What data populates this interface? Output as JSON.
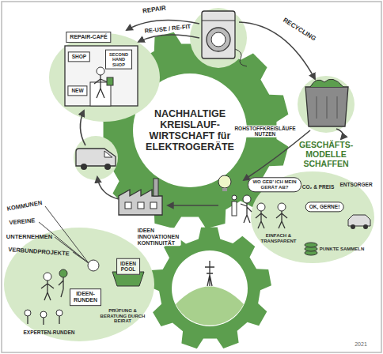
{
  "diagram": {
    "title": "NACHHALTIGE KREISLAUF- WIRTSCHAFT für ELEKTROGERÄTE",
    "nodes": [
      {
        "text": [
          "REPAIR-CAFÉ"
        ]
      },
      {
        "text": [
          "SHOP"
        ]
      },
      {
        "text": [
          "SECOND HAND SHOP"
        ]
      },
      {
        "text": [
          "NEW"
        ]
      },
      {
        "text": [
          "WO GEB' ICH MEIN GERÄT AB?"
        ]
      },
      {
        "text": [
          "OK, GERNE!"
        ]
      },
      {
        "text": [
          "IDEEN- RUNDEN"
        ]
      },
      {
        "text": [
          "IDEEN POOL"
        ]
      }
    ],
    "labels": [
      "REPAIR",
      "RE-USE / RE-FIT",
      "RECYCLING",
      "ROHSTOFFKREISLÄUFE NUTZEN",
      "GESCHÄFTS- MODELLE SCHAFFEN",
      "ENTSORGER",
      "CO₂ & PREIS",
      "EINFACH & TRANSPARENT",
      "PUNKTE SAMMELN",
      "IDEEN INNOVATIONEN KONTINUITÄT",
      "KOMMUNEN",
      "VEREINE",
      "UNTERNEHMEN",
      "VERBUNDPROJEKTE",
      "PRÜFUNG & BERATUNG DURCH BEIRAT",
      "EXPERTEN-RUNDEN",
      "2021"
    ]
  }
}
